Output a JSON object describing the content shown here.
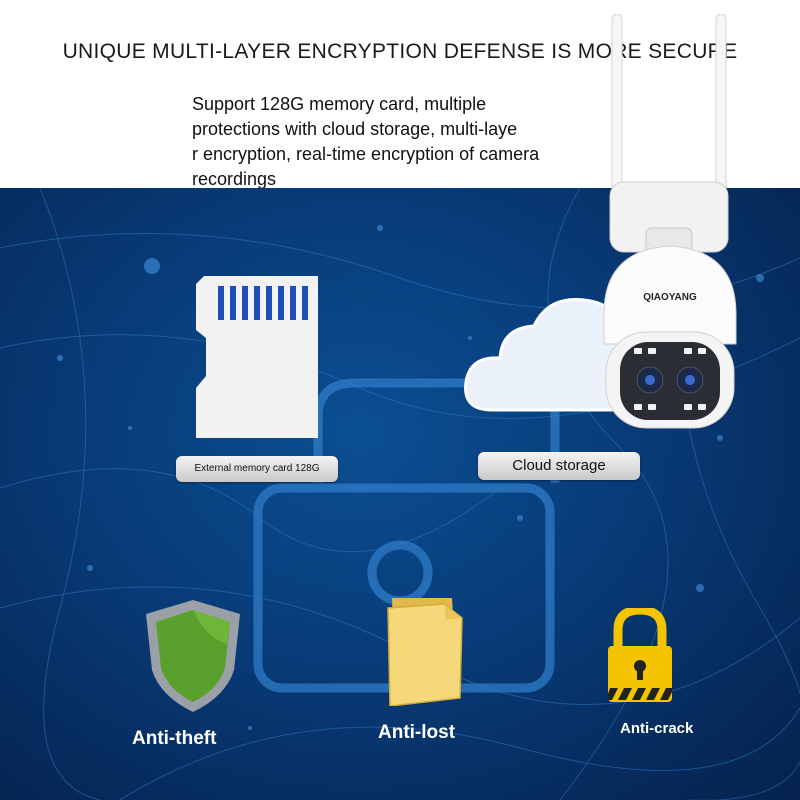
{
  "header": {
    "headline": "UNIQUE MULTI-LAYER ENCRYPTION DEFENSE IS MORE SECURE",
    "description_lines": [
      "Support 128G memory card, multiple",
      " protections with cloud storage, multi-laye",
      "r encryption, real-time encryption of camera",
      " recordings"
    ]
  },
  "camera": {
    "brand": "QIAOYANG"
  },
  "features": {
    "memory_card_label": "External memory card 128G",
    "cloud_label": "Cloud storage"
  },
  "icons": [
    {
      "name": "shield-icon",
      "label": "Anti-theft",
      "color": "#5aa02c"
    },
    {
      "name": "folder-icon",
      "label": "Anti-lost",
      "color": "#f2d36b"
    },
    {
      "name": "padlock-icon",
      "label": "Anti-crack",
      "color": "#f5c400"
    }
  ],
  "colors": {
    "background_blue": "#083b77",
    "accent_white": "#ffffff"
  }
}
